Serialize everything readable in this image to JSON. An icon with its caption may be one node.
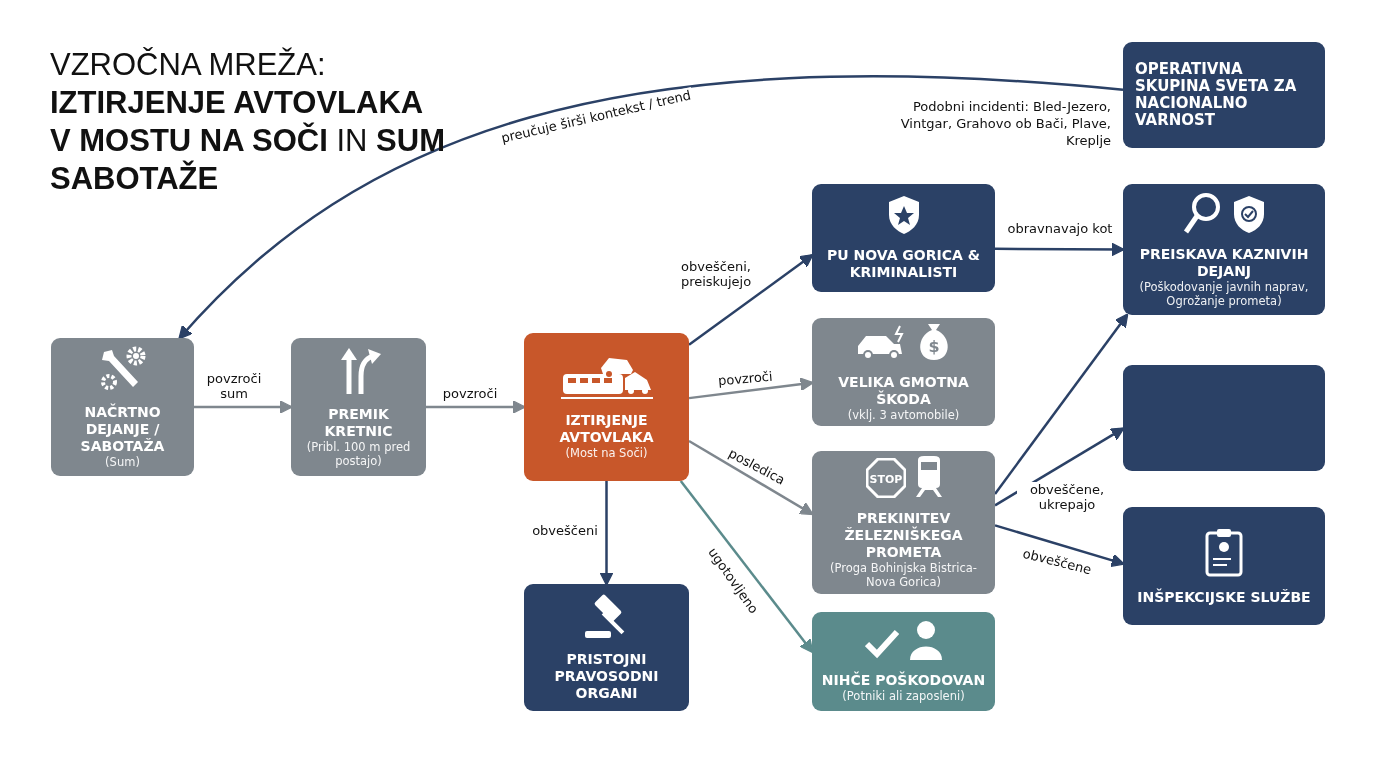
{
  "diagram": {
    "title": "VZROČNA MREŽA: **IZTIRJENJE AVTOVLAKA V MOSTU NA SOČI** IN **SUM SABOTAŽE**",
    "nodes": [
      {
        "text": [
          "OPERATIVNA SKUPINA SVETA ZA NACIONALNO VARNOST"
        ],
        "beside": [
          "Podobni incidenti: Bled-Jezero, Vintgar, Grahovo ob Bači, Plave, Kreplje"
        ]
      },
      {
        "text": [
          "NAČRTNO DEJANJE / SABOTAŽA",
          "(Sum)"
        ]
      },
      {
        "text": [
          "PREMIK KRETNIC",
          "(Pribl. 100 m pred postajo)"
        ]
      },
      {
        "text": [
          "IZTIRJENJE AVTOVLAKA",
          "(Most na Soči)"
        ]
      },
      {
        "text": [
          "PU NOVA GORICA & KRIMINALISTI"
        ]
      },
      {
        "text": [
          "VELIKA GMOTNA ŠKODA",
          "(vklj. 3 avtomobile)"
        ]
      },
      {
        "text": [
          "PREKINITEV ŽELEZNIŠKEGA PROMETA",
          "(Proga Bohinjska Bistrica-Nova Gorica)"
        ]
      },
      {
        "text": [
          "NIHČE POŠKODOVAN",
          "(Potniki ali zaposleni)"
        ]
      },
      {
        "text": [
          "PRISTOJNI PRAVOSODNI ORGANI"
        ]
      },
      {
        "text": [
          "PREISKAVA KAZNIVIH DEJANJ",
          "(Poškodovanje javnih naprav, Ogrožanje prometa)"
        ]
      },
      {
        "text": [],
        "shape": "box"
      },
      {
        "text": [
          "INŠPEKCIJSKE SLUŽBE"
        ]
      }
    ],
    "edges": [
      {
        "from": 0,
        "to": 1,
        "arrow": "to",
        "label": "preučuje širši kontekst / trend"
      },
      {
        "from": 1,
        "to": 2,
        "arrow": "to",
        "label": "povzroči sum",
        "color": "#7f878e"
      },
      {
        "from": 2,
        "to": 3,
        "arrow": "to",
        "label": "povzroči",
        "color": "#7f878e"
      },
      {
        "from": 3,
        "to": 4,
        "arrow": "to",
        "label": "obveščeni, preiskujejo"
      },
      {
        "from": 3,
        "to": 5,
        "arrow": "to",
        "label": "povzroči",
        "color": "#7f878e"
      },
      {
        "from": 3,
        "to": 6,
        "arrow": "to",
        "label": "posledica",
        "color": "#7f878e"
      },
      {
        "from": 3,
        "to": 7,
        "arrow": "to",
        "label": "ugotovljeno",
        "color": "#5b8b8c"
      },
      {
        "from": 3,
        "to": 8,
        "arrow": "to",
        "label": "obveščeni"
      },
      {
        "from": 4,
        "to": 9,
        "arrow": "to",
        "label": "obravnavajo kot"
      },
      {
        "from": 6,
        "to": 9,
        "arrow": "to"
      },
      {
        "from": 6,
        "to": 10,
        "arrow": "to",
        "label": "obveščene, ukrepajo"
      },
      {
        "from": 6,
        "to": 11,
        "arrow": "to",
        "label": "obveščene"
      }
    ],
    "labels": [
      "$",
      "STOP"
    ]
  }
}
